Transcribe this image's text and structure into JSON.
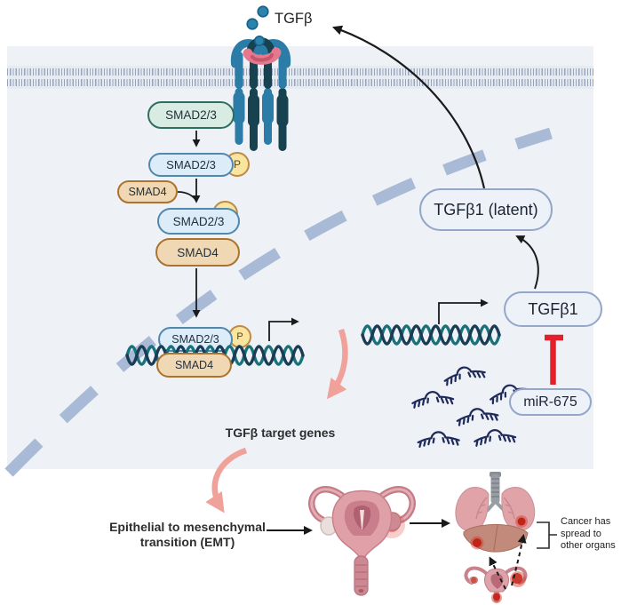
{
  "labels": {
    "tgfb": "TGFβ",
    "smad23": "SMAD2/3",
    "smad4": "SMAD4",
    "phospho": "P",
    "tgfb1_latent": "TGFβ1 (latent)",
    "tgfb1": "TGFβ1",
    "mir675": "miR-675",
    "tgfb_target_genes": "TGFβ target genes",
    "emt_line1": "Epithelial to mesenchymal",
    "emt_line2": "transition (EMT)",
    "cancer_line1": "Cancer has",
    "cancer_line2": "spread to",
    "cancer_line3": "other organs"
  },
  "colors": {
    "cell_bg": "#eef1f6",
    "membrane_band": "#e6ebf2",
    "membrane_dash": "#96a5bd",
    "nuclear_dash": "#a9bad6",
    "smad23_fill": "#d8ece3",
    "smad23_stroke": "#2f6e5f",
    "smad23_phospho_fill": "#dcedf9",
    "smad23_phospho_stroke": "#5088ae",
    "smad4_fill": "#f1d8b4",
    "smad4_stroke": "#aa742e",
    "phospho_fill": "#f9e5a0",
    "phospho_stroke": "#bf8a43",
    "node_fill": "#edf1f8",
    "node_stroke": "#94a7c8",
    "inhibition_red": "#e51e2b",
    "dna_teal": "#17727a",
    "dna_navy": "#1b3c55",
    "mirna": "#1e2a5a",
    "pink_arrow": "#efa19a",
    "receptor_blue": "#2b7ca7",
    "receptor_navy": "#17424f",
    "ligand_pink": "#e5788c",
    "arrow_black": "#1a1a1a"
  }
}
